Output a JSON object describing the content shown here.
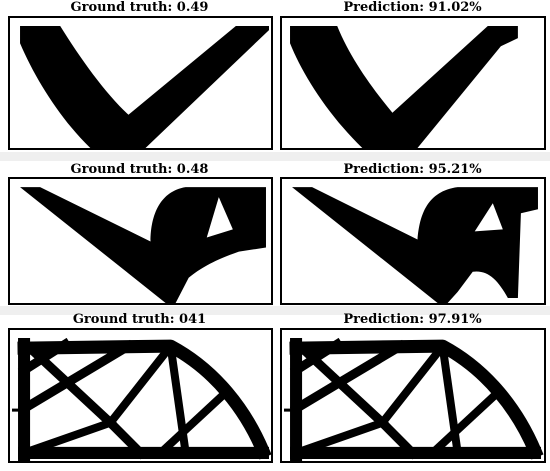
{
  "figure": {
    "rows": [
      {
        "ground_truth_label": "Ground truth: 0.49",
        "prediction_label": "Prediction: 91.02%"
      },
      {
        "ground_truth_label": "Ground truth: 0.48",
        "prediction_label": "Prediction: 95.21%"
      },
      {
        "ground_truth_label": "Ground truth: 041",
        "prediction_label": "Prediction: 97.91%"
      }
    ],
    "colors": {
      "material": "#000000",
      "void": "#ffffff",
      "separator": "#efefef"
    }
  }
}
